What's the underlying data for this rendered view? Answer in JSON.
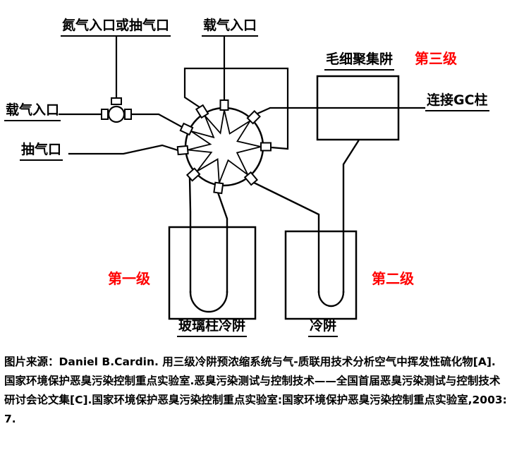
{
  "diagram": {
    "labels": {
      "nitrogen_inlet": "氮气入口或抽气口",
      "carrier_gas_inlet_top": "载气入口",
      "carrier_gas_inlet_left": "载气入口",
      "pump_port": "抽气口",
      "capillary_trap": "毛细聚集阱",
      "stage_three": "第三级",
      "connect_gc_column": "连接GC柱",
      "stage_one": "第一级",
      "stage_two": "第二级",
      "glass_column_cold_trap": "玻璃柱冷阱",
      "cold_trap": "冷阱"
    },
    "colors": {
      "stage_label_red": "#ff0000",
      "line_black": "#000000"
    }
  },
  "caption": {
    "source_text": "图片来源：Daniel B.Cardin. 用三级冷阱预浓缩系统与气-质联用技术分析空气中挥发性硫化物[A]. 国家环境保护恶臭污染控制重点实验室.恶臭污染测试与控制技术——全国首届恶臭污染测试与控制技术研讨会论文集[C].国家环境保护恶臭污染控制重点实验室:国家环境保护恶臭污染控制重点实验室,2003:7."
  }
}
